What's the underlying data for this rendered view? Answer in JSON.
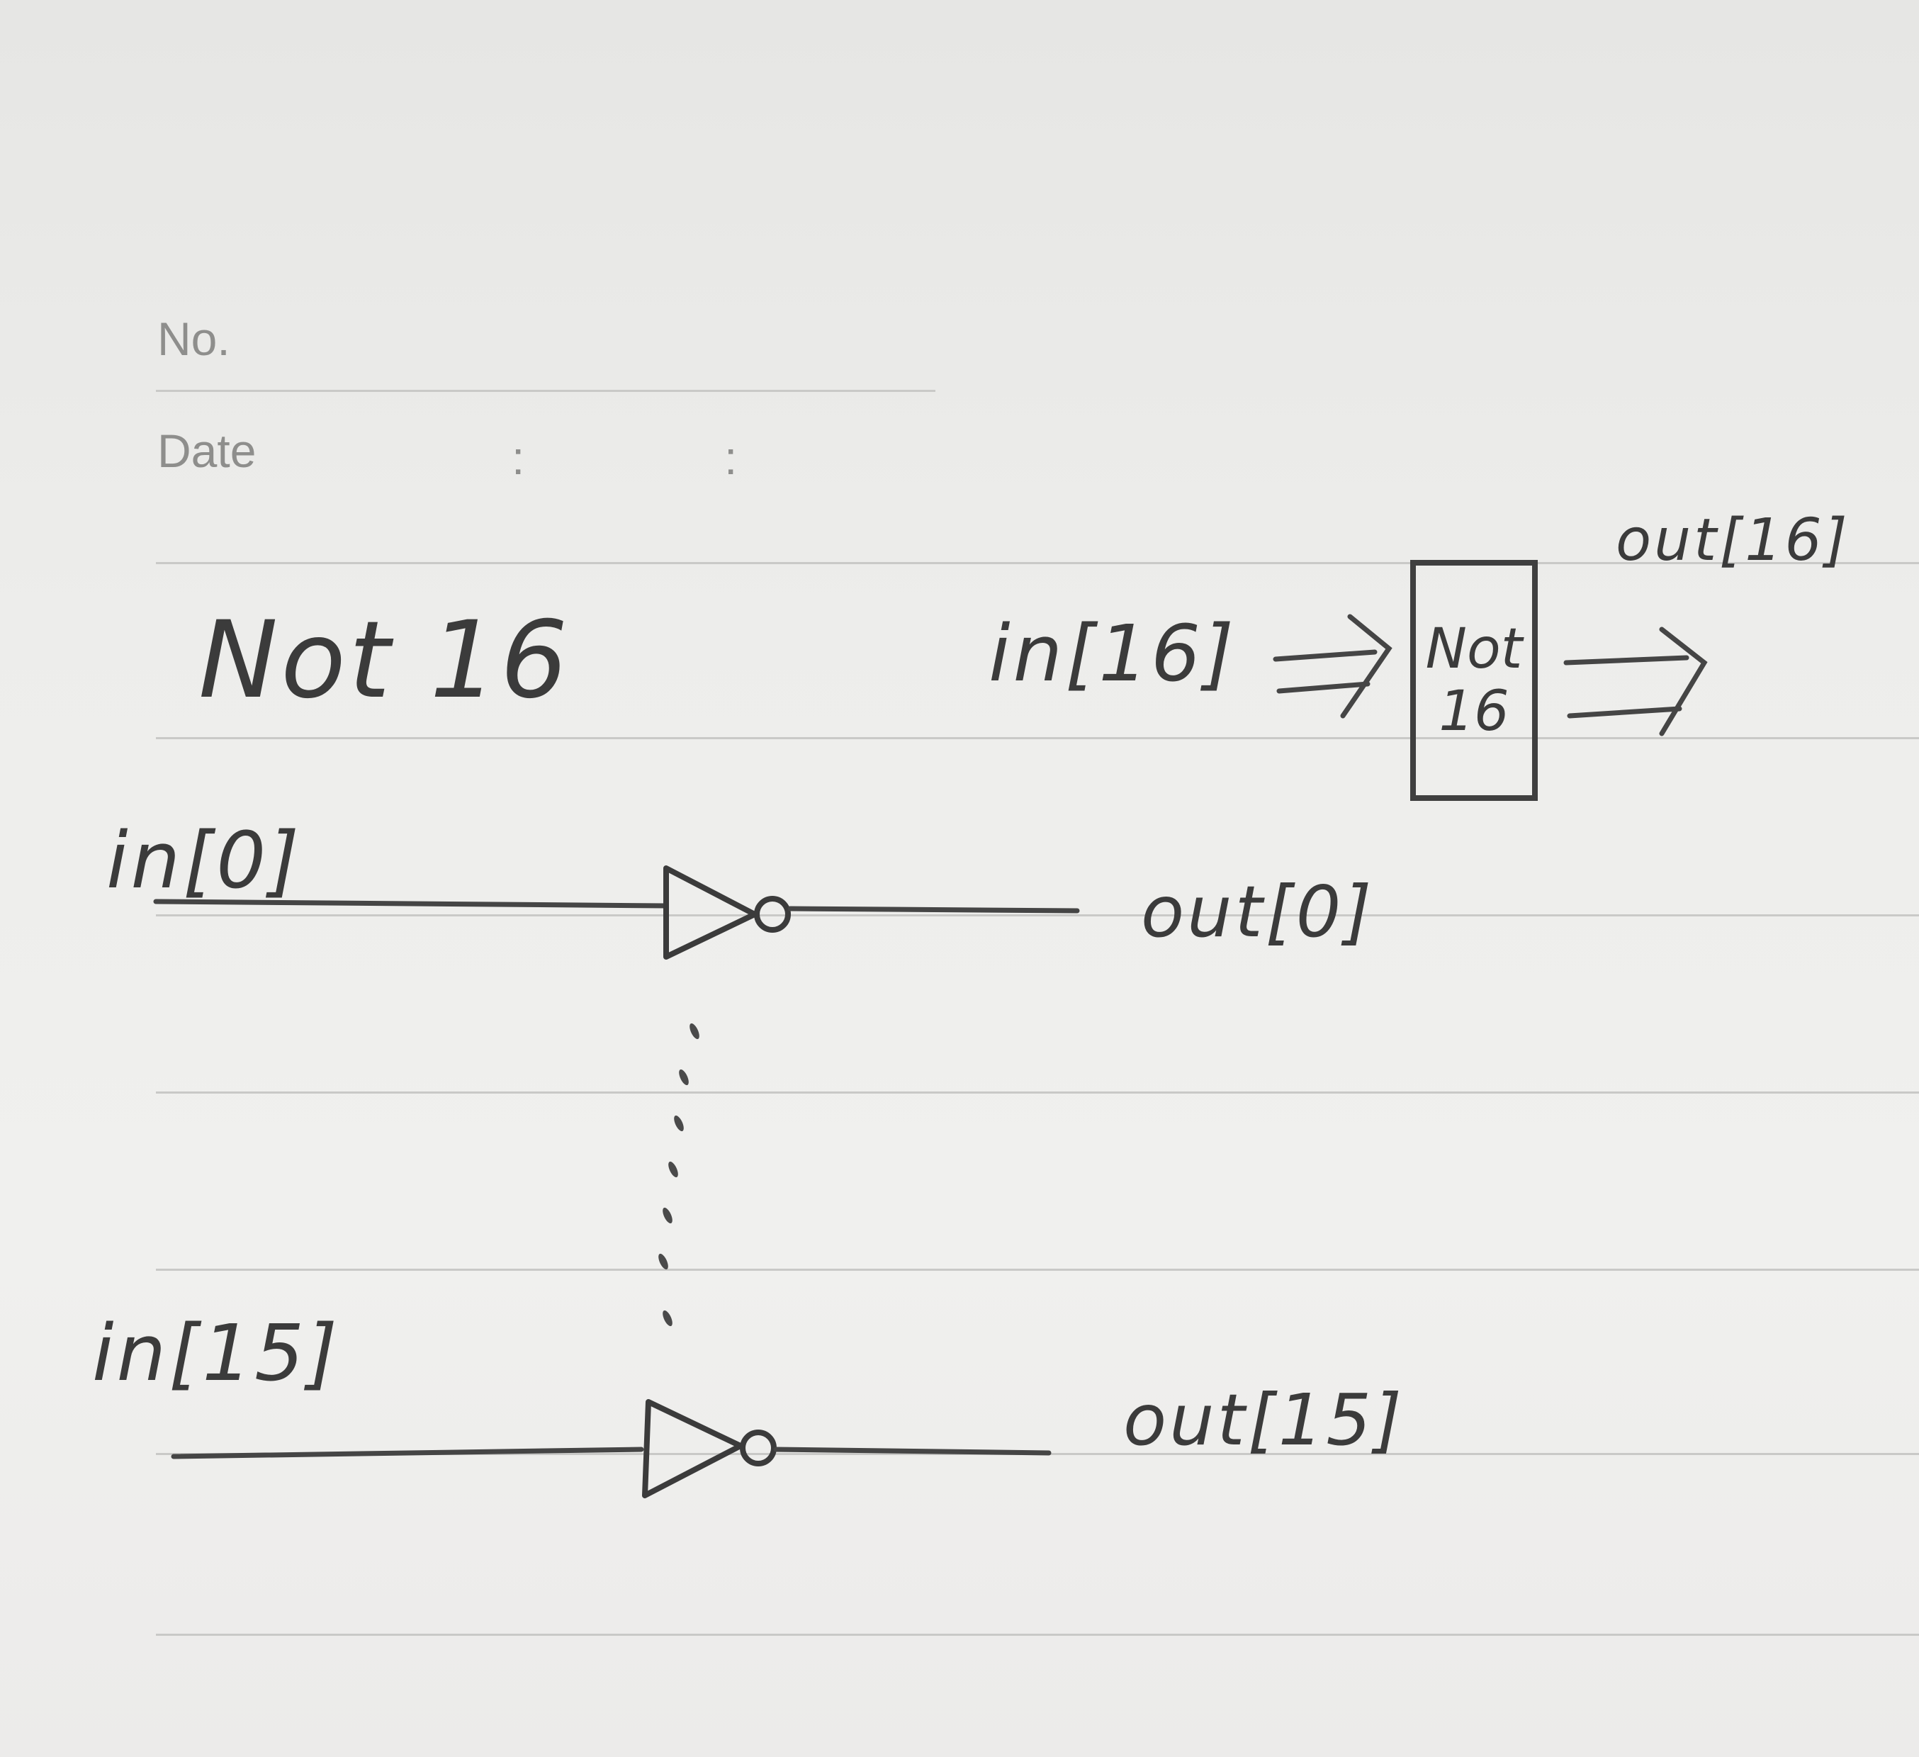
{
  "header": {
    "no_label": "No.",
    "date_label": "Date",
    "date_sep_1": ":",
    "date_sep_2": ":"
  },
  "title": "Not 16",
  "chip": {
    "input_label": "in[16]",
    "output_label": "out[16]",
    "name_line1": "Not",
    "name_line2": "16"
  },
  "gates": [
    {
      "input": "in[0]",
      "output": "out[0]"
    },
    {
      "input": "in[15]",
      "output": "out[15]"
    }
  ],
  "colors": {
    "ink": "#3b3b3b",
    "paper": "#ededeb",
    "rule": "#c9c9c7",
    "printed": "#8e8e8c"
  }
}
